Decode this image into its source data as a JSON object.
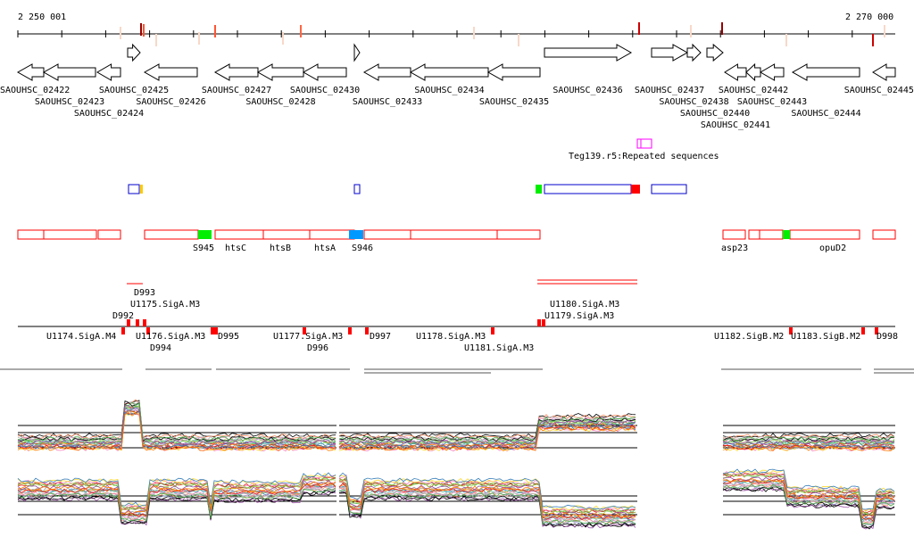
{
  "axis": {
    "start_label": "2 250 001",
    "end_label": "2 270 000"
  },
  "genes": [
    {
      "name": "SAOUHSC_02422",
      "strand": "-"
    },
    {
      "name": "SAOUHSC_02423",
      "strand": "-"
    },
    {
      "name": "SAOUHSC_02424",
      "strand": "-"
    },
    {
      "name": "SAOUHSC_02425",
      "strand": "+"
    },
    {
      "name": "SAOUHSC_02426",
      "strand": "-"
    },
    {
      "name": "SAOUHSC_02427",
      "strand": "-"
    },
    {
      "name": "SAOUHSC_02428",
      "strand": "-"
    },
    {
      "name": "SAOUHSC_02430",
      "strand": "-"
    },
    {
      "name": "SAOUHSC_02433",
      "strand": "-"
    },
    {
      "name": "SAOUHSC_02434",
      "strand": "-"
    },
    {
      "name": "SAOUHSC_02435",
      "strand": "-"
    },
    {
      "name": "SAOUHSC_02436",
      "strand": "+"
    },
    {
      "name": "SAOUHSC_02437",
      "strand": "+"
    },
    {
      "name": "SAOUHSC_02438",
      "strand": "+"
    },
    {
      "name": "SAOUHSC_02440",
      "strand": "+"
    },
    {
      "name": "SAOUHSC_02441",
      "strand": "-"
    },
    {
      "name": "SAOUHSC_02442",
      "strand": "-"
    },
    {
      "name": "SAOUHSC_02443",
      "strand": "-"
    },
    {
      "name": "SAOUHSC_02444",
      "strand": "-"
    },
    {
      "name": "SAOUHSC_02445",
      "strand": "-"
    }
  ],
  "repeat": {
    "label": "Teg139.r5:Repeated sequences"
  },
  "features": [
    {
      "label": "S945"
    },
    {
      "label": "htsC"
    },
    {
      "label": "htsB"
    },
    {
      "label": "htsA"
    },
    {
      "label": "S946"
    },
    {
      "label": "asp23"
    },
    {
      "label": "opuD2"
    }
  ],
  "segments_upper": [
    {
      "label": "U1175.SigA.M3"
    },
    {
      "label": "D992"
    },
    {
      "label": "D993"
    },
    {
      "label": "U1179.SigA.M3"
    },
    {
      "label": "U1180.SigA.M3"
    }
  ],
  "segments_lower": [
    {
      "label": "U1174.SigA.M4"
    },
    {
      "label": "D994"
    },
    {
      "label": "U1176.SigA.M3"
    },
    {
      "label": "D995"
    },
    {
      "label": "D996"
    },
    {
      "label": "U1177.SigA.M3"
    },
    {
      "label": "D997"
    },
    {
      "label": "U1178.SigA.M3"
    },
    {
      "label": "U1181.SigA.M3"
    },
    {
      "label": "U1182.SigB.M2"
    },
    {
      "label": "U1183.SigB.M2"
    },
    {
      "label": "D998"
    }
  ],
  "colors": {
    "feature": "#ff0000",
    "rbs": "#0000cc",
    "green": "#00ee00",
    "blue": "#0099ff",
    "repeat": "#ff00ff"
  }
}
